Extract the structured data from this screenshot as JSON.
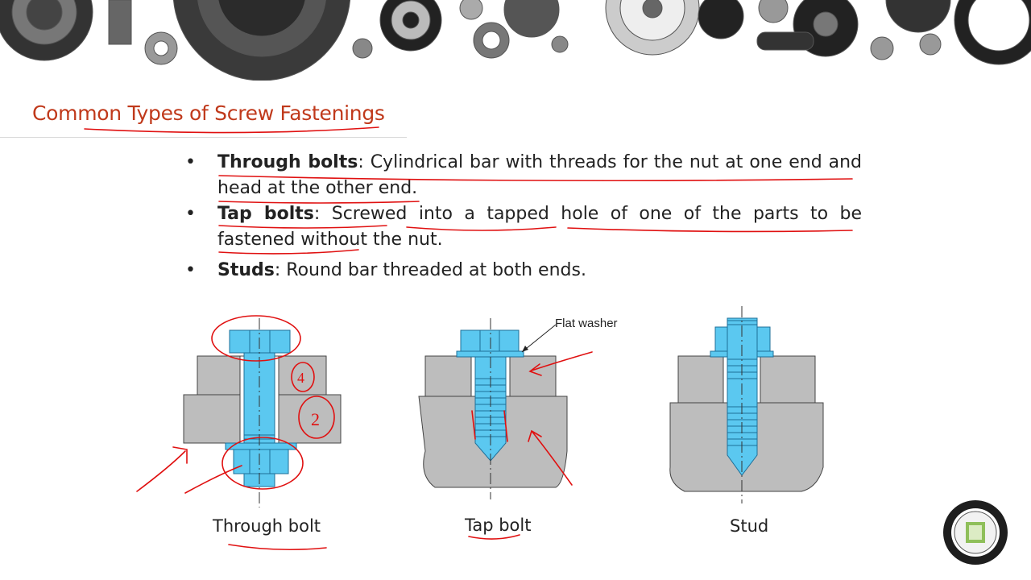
{
  "slide": {
    "title": "Common Types of Screw Fastenings",
    "bullets": [
      {
        "term": "Through bolts",
        "text": ": Cylindrical bar with threads for the nut at one end and head at the other end."
      },
      {
        "term": "Tap bolts",
        "text": ": Screwed into a tapped hole of one of the parts to be fastened without the nut."
      },
      {
        "term": "Studs",
        "text": ": Round bar threaded at both ends."
      }
    ],
    "bullet_glyph": "•"
  },
  "figure": {
    "callout_flat_washer": "Flat washer",
    "captions": {
      "through_bolt": "Through bolt",
      "tap_bolt": "Tap bolt",
      "stud": "Stud"
    },
    "annotations": {
      "note_top": "4",
      "note_bottom": "2"
    }
  },
  "colors": {
    "title": "#c0391b",
    "fastener": "#5bc8f0",
    "fastener_dark": "#2a9fd0",
    "plate": "#bdbdbd",
    "ink": "#e01010"
  }
}
